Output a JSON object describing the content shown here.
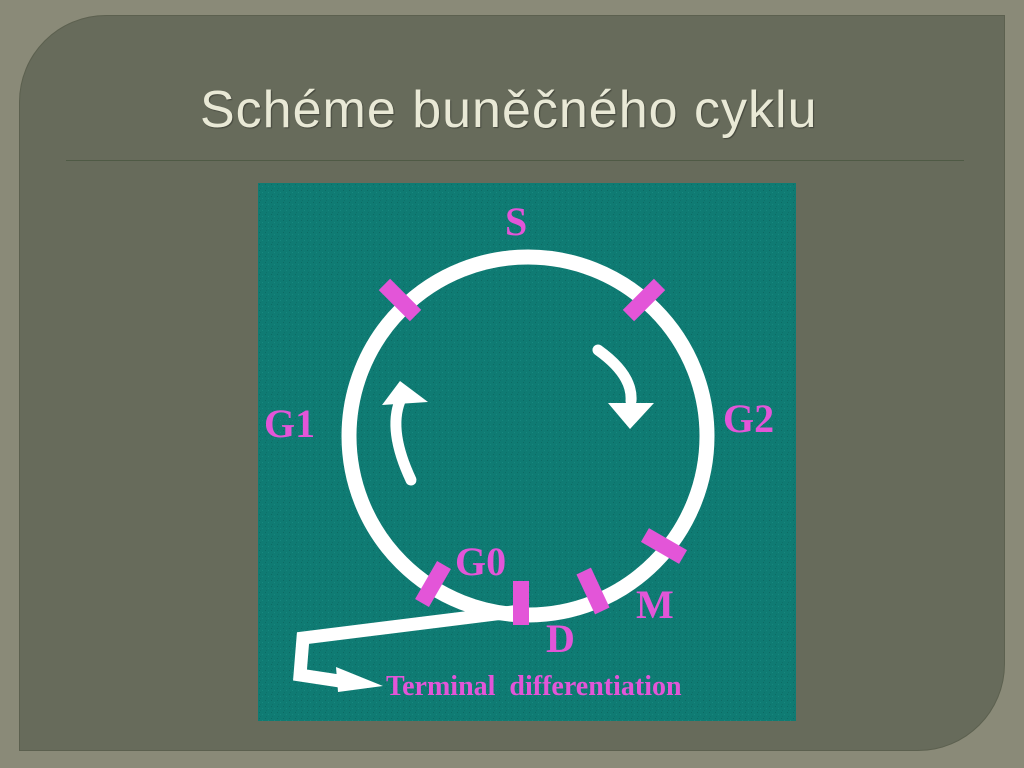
{
  "slide": {
    "title": "Schéme buněčného cyklu"
  },
  "diagram": {
    "background_color": "#0f7b73",
    "ring_color": "#ffffff",
    "marker_color": "#e355d8",
    "phases": {
      "s": "S",
      "g1": "G1",
      "g2": "G2",
      "g0": "G0",
      "m": "M",
      "d": "D"
    },
    "exit_label": "Terminal  differentiation"
  }
}
